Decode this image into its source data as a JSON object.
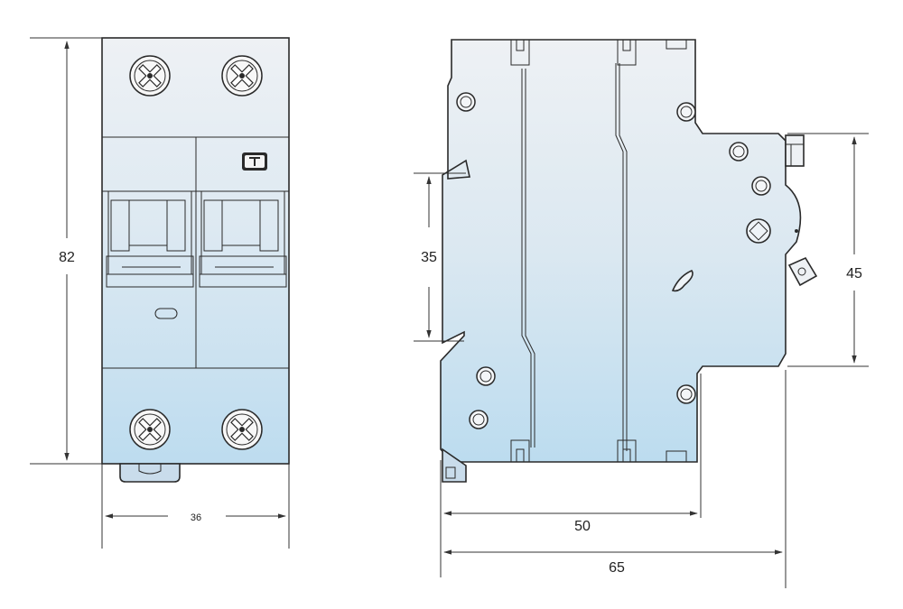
{
  "dimensions": {
    "front_height": "82",
    "front_width": "36",
    "side_rail": "35",
    "side_face": "45",
    "side_depth_body": "50",
    "side_depth_total": "65"
  },
  "colors": {
    "body_top": "#eef1f4",
    "body_bottom": "#c4dff0",
    "outline": "#2a2a2a",
    "dimension_line": "#333333"
  },
  "icons": {
    "terminal_screw": "phillips-screw-icon",
    "indicator": "t-symbol-icon"
  }
}
